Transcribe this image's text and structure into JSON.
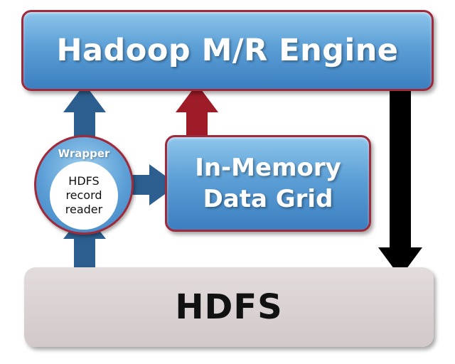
{
  "engine": {
    "label": "Hadoop M/R Engine"
  },
  "imdg": {
    "line1": "In-Memory",
    "line2": "Data Grid"
  },
  "wrapper": {
    "label": "Wrapper",
    "inner_lines": [
      "HDFS",
      "record",
      "reader"
    ]
  },
  "hdfs": {
    "label": "HDFS"
  },
  "colors": {
    "box_blue": "#5c9fd6",
    "box_border": "#a0293a",
    "arrow_blue": "#2c5f8f",
    "arrow_red": "#9e1c28",
    "arrow_black": "#000000",
    "hdfs_gray": "#d8d0d0"
  }
}
